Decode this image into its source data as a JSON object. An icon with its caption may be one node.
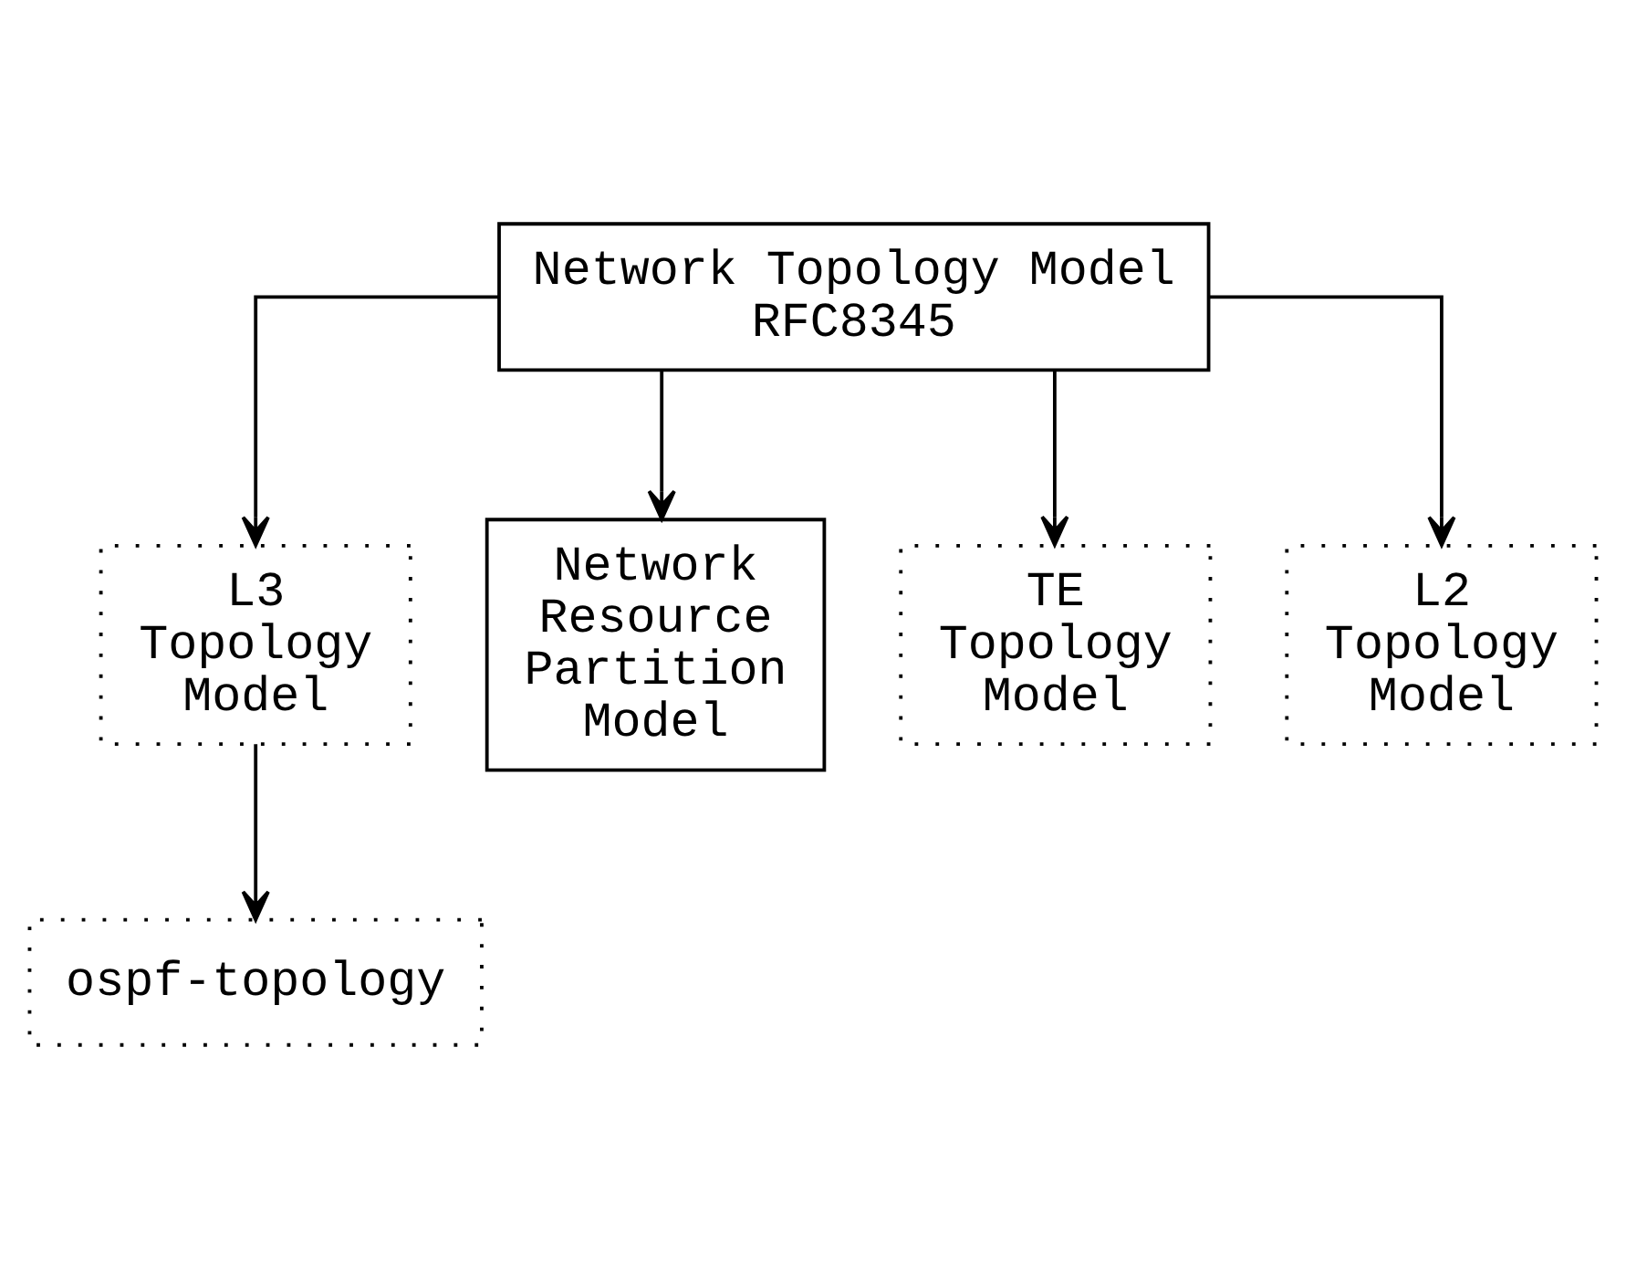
{
  "diagram": {
    "nodes": [
      {
        "text": [
          "Network Topology Model",
          "RFC8345"
        ]
      },
      {
        "text": [
          "L3 Topology Model"
        ]
      },
      {
        "text": [
          "Network Resource Partition Model"
        ]
      },
      {
        "text": [
          "TE Topology Model"
        ]
      },
      {
        "text": [
          "L2 Topology Model"
        ]
      },
      {
        "text": [
          "ospf-topology"
        ]
      }
    ],
    "edges": [
      {
        "from": 0,
        "to": 1,
        "arrow": "to"
      },
      {
        "from": 0,
        "to": 2,
        "arrow": "to"
      },
      {
        "from": 0,
        "to": 3,
        "arrow": "to"
      },
      {
        "from": 0,
        "to": 4,
        "arrow": "to"
      },
      {
        "from": 1,
        "to": 5,
        "arrow": "to"
      }
    ]
  }
}
